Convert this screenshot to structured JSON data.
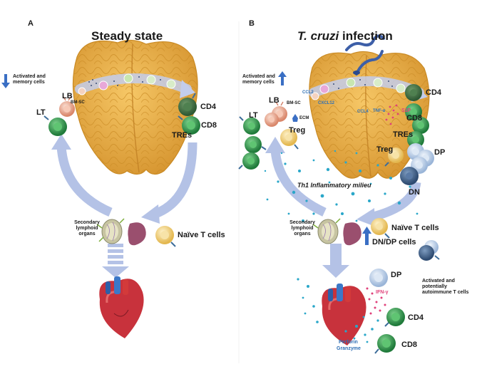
{
  "panels": {
    "a": {
      "letter": "A",
      "title": "Steady state"
    },
    "b": {
      "letter": "B",
      "title_italic": "T. cruzi",
      "title_rest": " infection"
    }
  },
  "labels_a": {
    "activated_memory": "Activated and memory cells",
    "lb": "LB",
    "bm_sc": "BM-SC",
    "lt": "LT",
    "cd4": "CD4",
    "cd8": "CD8",
    "tres": "TREs",
    "secondary": "Secondary lymphoid organs",
    "naive": "Naïve T  cells"
  },
  "labels_b": {
    "activated_memory": "Activated and memory cells",
    "lb": "LB",
    "bm_sc": "BM-SC",
    "ccl2": "CCL2",
    "cxcl12": "CXCL12",
    "ccl4": "CCL4",
    "tnf": "TNF-α",
    "ecm": "ECM",
    "s1p": "S1P",
    "lt": "LT",
    "treg_left": "Treg",
    "cd4": "CD4",
    "cd8": "CD8",
    "tres": "TREs",
    "treg_right": "Treg",
    "dp": "DP",
    "dn": "DN",
    "milieu": "Th1 Inflammatory milieu",
    "secondary": "Secondary lymphoid organs",
    "naive": "Naïve T  cells",
    "dndp": "DN/DP cells",
    "dp_bottom": "DP",
    "ifn": "IFN-γ",
    "autoimmune": "Activated and potentially autoimmune T cells",
    "cd4_bottom": "CD4",
    "cd8_bottom": "CD8",
    "perforin": "Perforin",
    "granzyme": "Granzyme"
  },
  "colors": {
    "thymus": "#e8b04a",
    "thymus_dark": "#c98a24",
    "arrow": "#b4c2e6",
    "t_cell": "#2f8f4a",
    "b_cell": "#e8a48a",
    "naive": "#f2d78c",
    "dp_cell": "#b9cde6",
    "dn_cell": "#3d5f88",
    "heart": "#c8323c",
    "cytokine": "#2aa7c9",
    "ifn": "#e0407a",
    "indicator": "#3a6fc4"
  }
}
